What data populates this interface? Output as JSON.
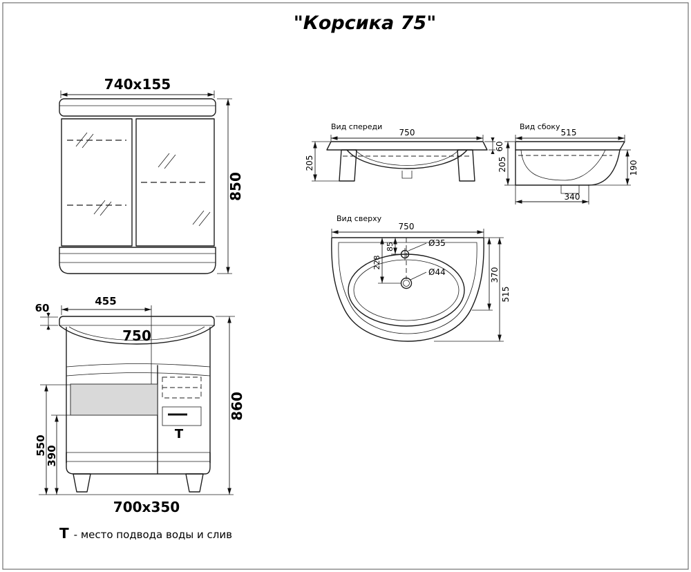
{
  "title": "\"Корсика 75\"",
  "mirror_cabinet": {
    "dim_width_depth": "740x155",
    "dim_height": "850"
  },
  "vanity_cabinet": {
    "dim_left_section": "455",
    "dim_rim": "60",
    "dim_sink_width": "750",
    "dim_height": "860",
    "dim_drawer_top": "550",
    "dim_drawer_bottom": "390",
    "dim_footprint": "700x350",
    "t_marker": "Т"
  },
  "sink_front_view": {
    "label": "Вид спереди",
    "dim_width": "750",
    "dim_rim_height": "60",
    "dim_height": "205"
  },
  "sink_side_view": {
    "label": "Вид сбоку",
    "dim_depth": "515",
    "dim_front_height": "190",
    "dim_height": "205",
    "dim_bottom": "340"
  },
  "sink_top_view": {
    "label": "Вид сверху",
    "dim_width": "750",
    "dim_faucet_offset": "85",
    "dim_drain_offset": "228",
    "dim_faucet_hole": "Ø35",
    "dim_drain_hole": "Ø44",
    "dim_basin_depth": "370",
    "dim_depth": "515"
  },
  "legend": {
    "symbol": "Т",
    "text": "- место подвода воды и слив"
  }
}
